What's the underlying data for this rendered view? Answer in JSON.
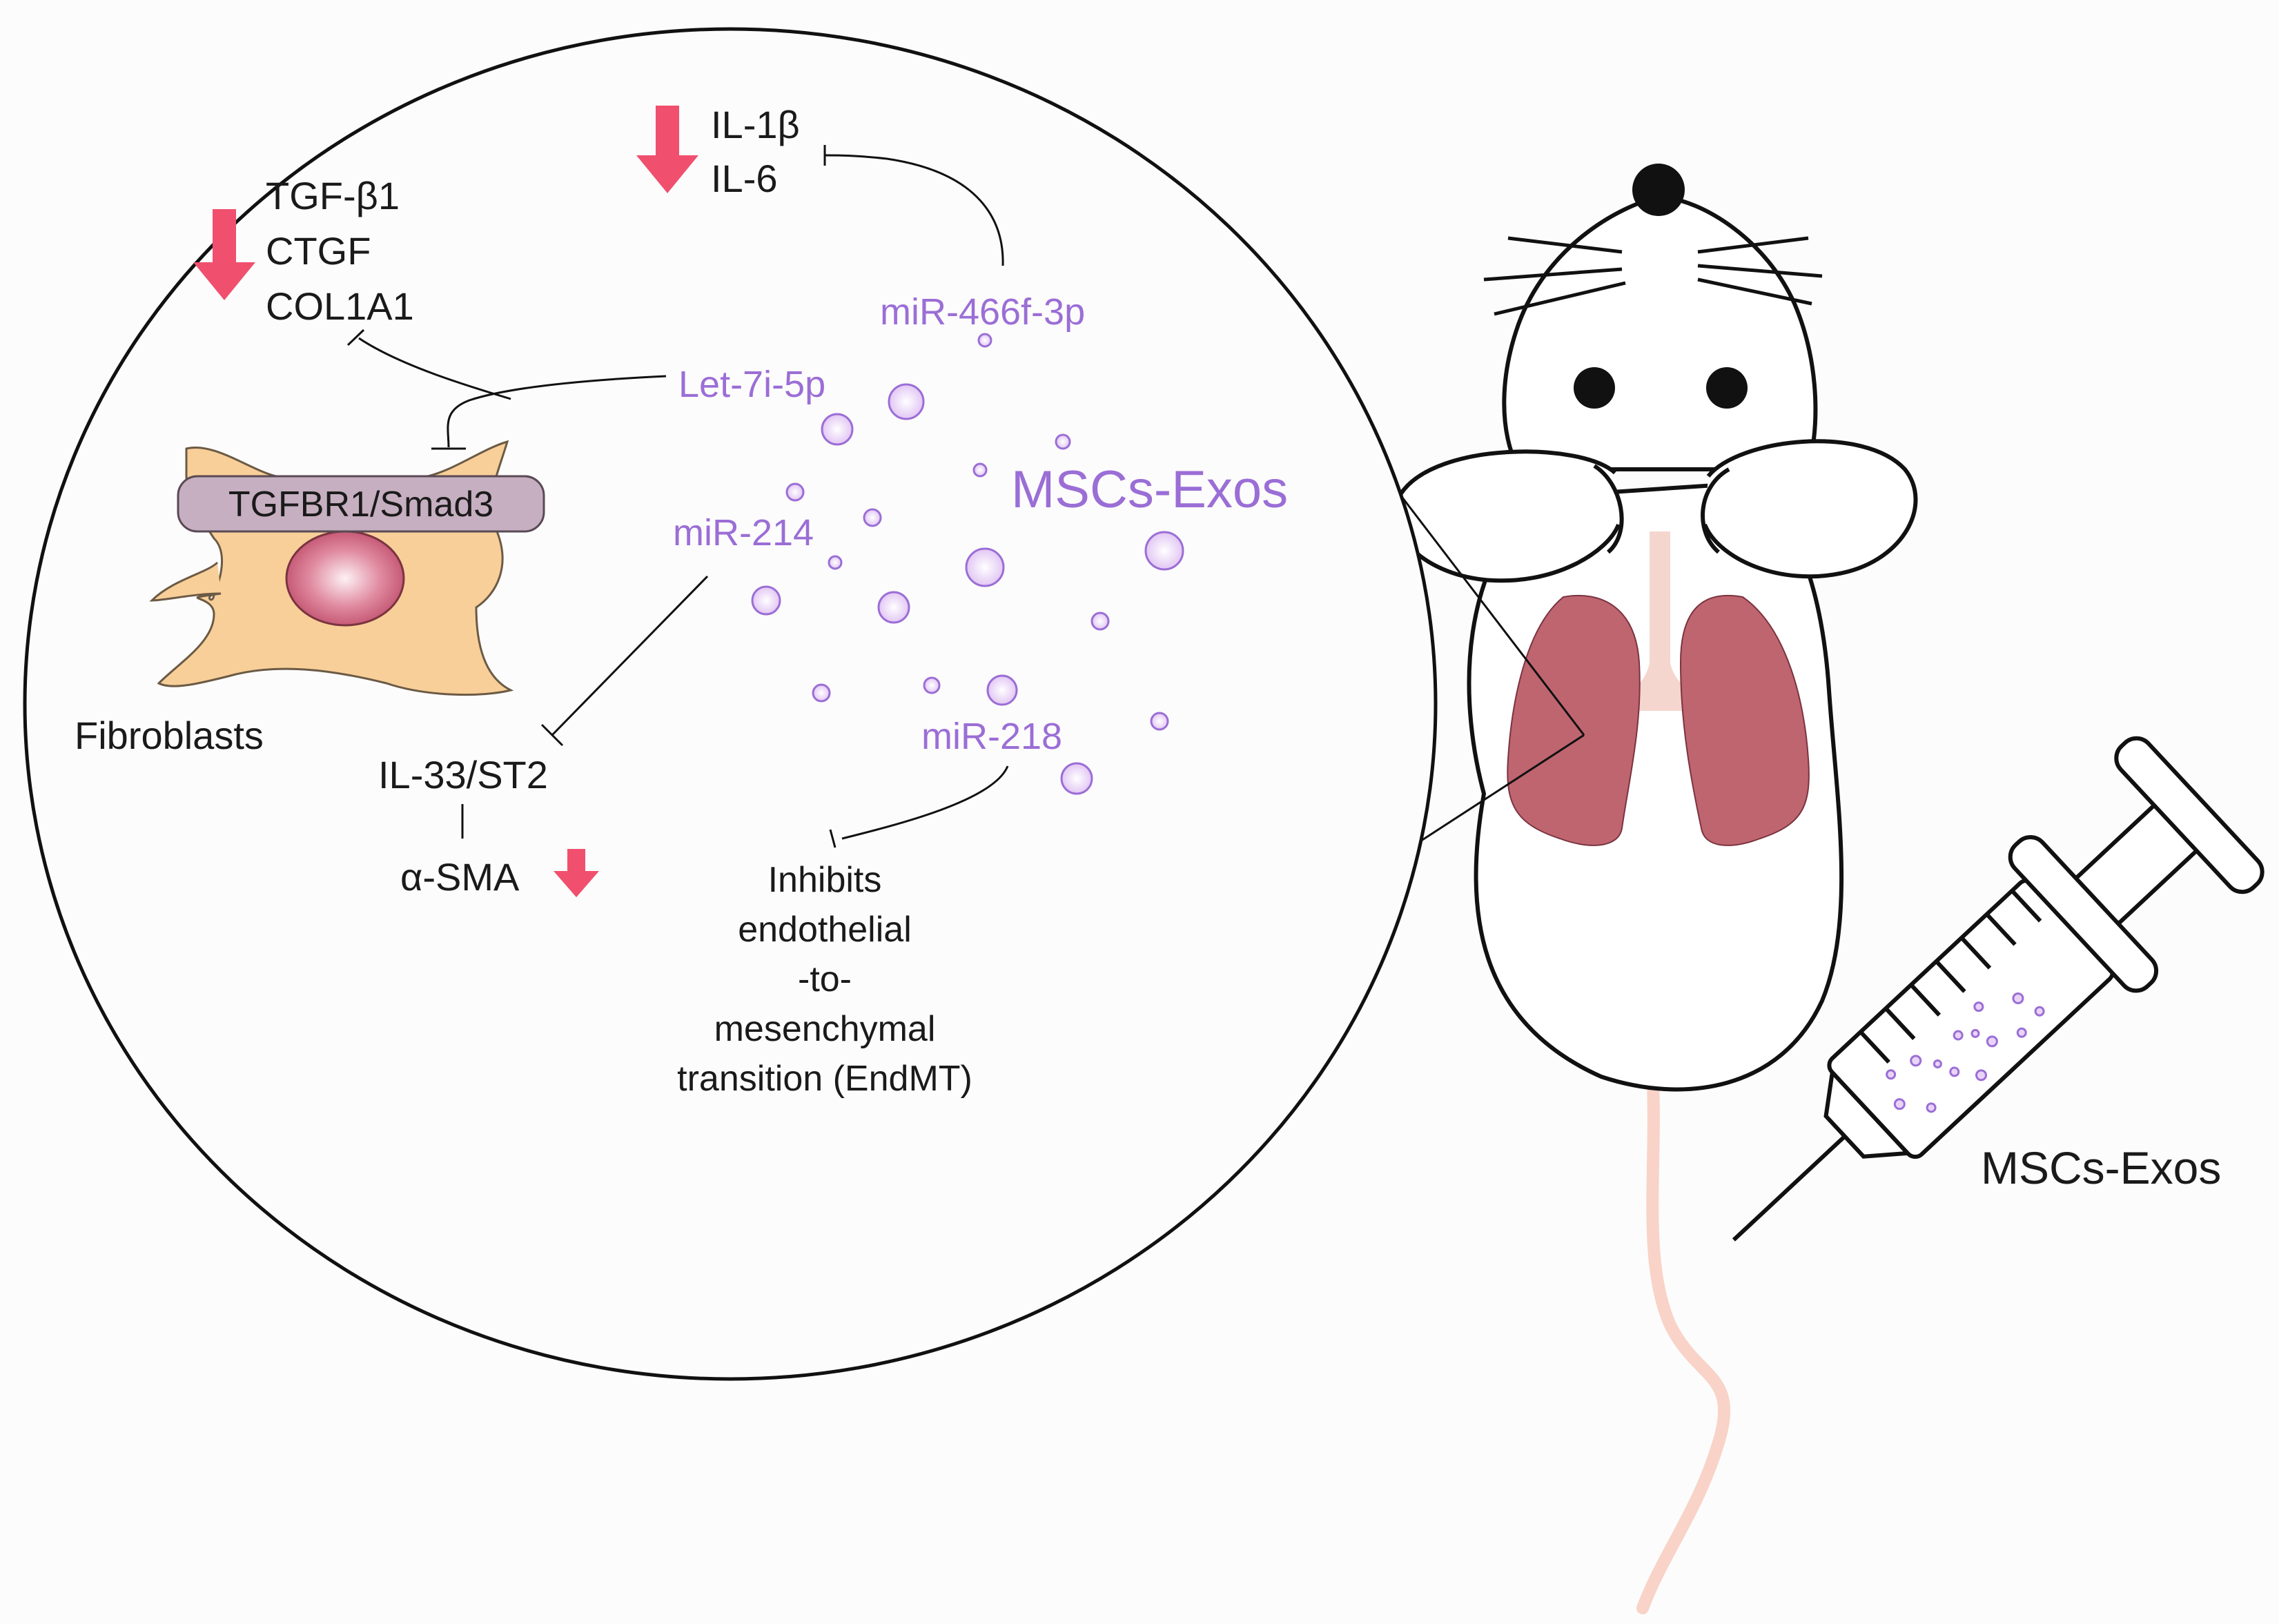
{
  "colors": {
    "background": "#fcfcfc",
    "down_arrow": "#f0506e",
    "mirna_text": "#9b6ed6",
    "vesicle_fill": "#e9d4f7",
    "vesicle_stroke": "#9b6ed6",
    "fibroblast": "#f8cf98",
    "nucleus": "#c85f7a",
    "receptor_box": "#c6afc0",
    "lung": "#bf6570",
    "trachea": "#f5d6cf",
    "tail": "#f9d3c8"
  },
  "labels": {
    "tgfb1": "TGF-β1",
    "ctgf": "CTGF",
    "col1a1": "COL1A1",
    "il1b": "IL-1β",
    "il6": "IL-6",
    "mir466": "miR-466f-3p",
    "let7": "Let-7i-5p",
    "receptor": "TGFBR1/Smad3",
    "msc_exos_center": "MSCs-Exos",
    "mir214": "miR-214",
    "fibroblasts": "Fibroblasts",
    "il33": "IL-33/ST2",
    "asma": "α-SMA",
    "mir218": "miR-218",
    "inhibits_1": "Inhibits",
    "inhibits_2": "endothelial",
    "inhibits_3": "-to-",
    "inhibits_4": "mesenchymal",
    "inhibits_5": "transition (EndMT)",
    "syringe_label": "MSCs-Exos"
  },
  "icons": [
    "down-arrow-icon",
    "mouse-icon",
    "syringe-icon",
    "fibroblast-icon",
    "exosome-vesicle-icon"
  ]
}
